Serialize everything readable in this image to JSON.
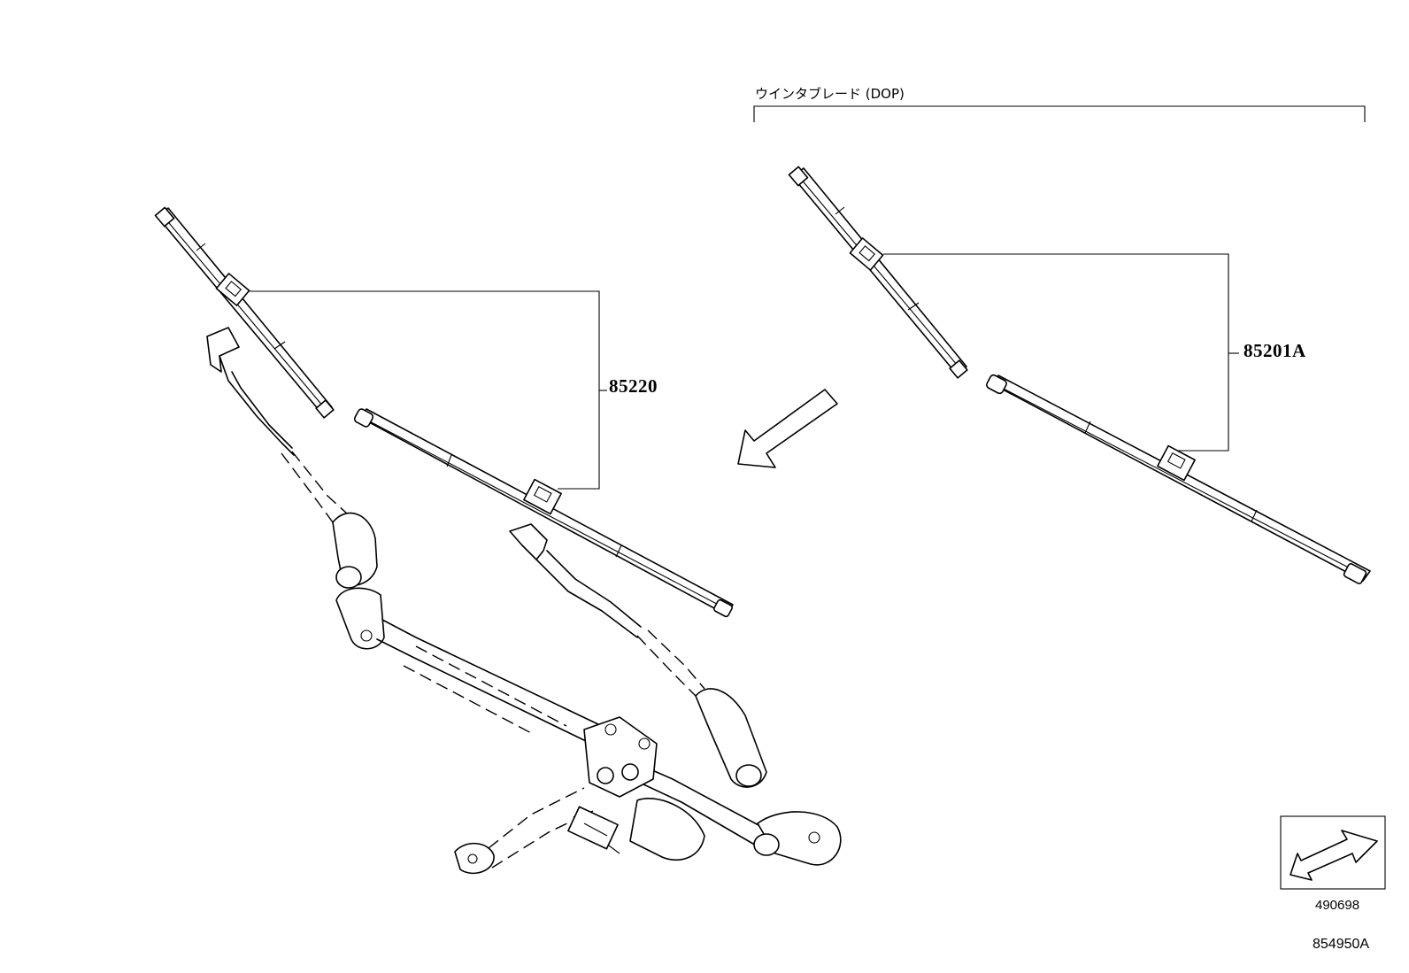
{
  "group_label": "ウインタブレード (DOP)",
  "parts": [
    {
      "id": "wiper-blade-set-standard",
      "number": "85220"
    },
    {
      "id": "wiper-blade-set-dop",
      "number": "85201A"
    }
  ],
  "view_ref": "490698",
  "figure_id": "854950A"
}
